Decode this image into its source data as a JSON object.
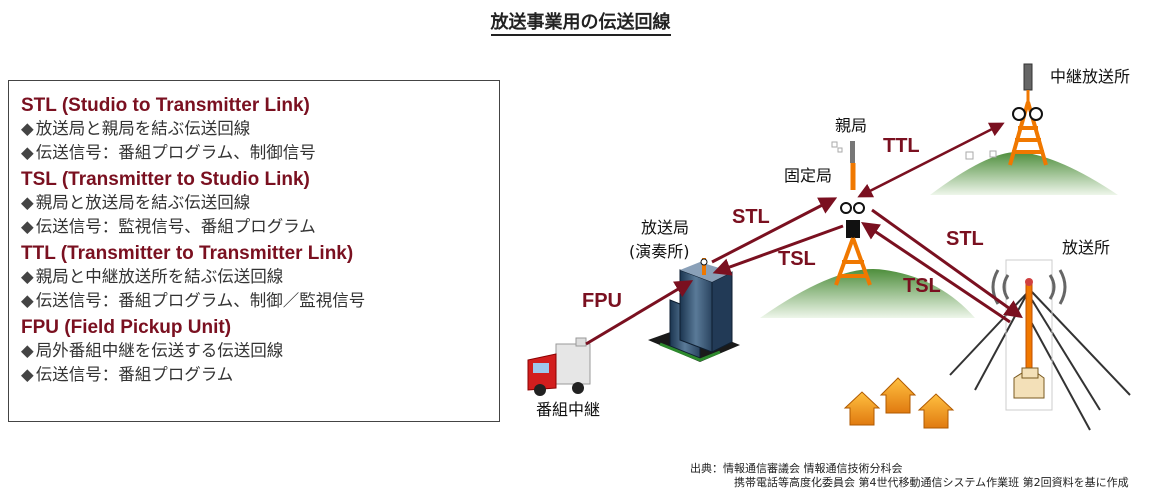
{
  "title": "放送事業用の伝送回線",
  "legend": [
    {
      "title": "STL (Studio to Transmitter Link)",
      "lines": [
        "放送局と親局を結ぶ伝送回線",
        "伝送信号：番組プログラム、制御信号"
      ]
    },
    {
      "title": "TSL (Transmitter to Studio Link)",
      "lines": [
        "親局と放送局を結ぶ伝送回線",
        "伝送信号：監視信号、番組プログラム"
      ]
    },
    {
      "title": "TTL (Transmitter to Transmitter Link)",
      "lines": [
        "親局と中継放送所を結ぶ伝送回線",
        "伝送信号：番組プログラム、制御／監視信号"
      ]
    },
    {
      "title": "FPU (Field Pickup Unit)",
      "lines": [
        "局外番組中継を伝送する伝送回線",
        "伝送信号：番組プログラム"
      ]
    }
  ],
  "bullet": "◆",
  "diagram": {
    "relay_station": "中継放送所",
    "parent_station": "親局",
    "fixed_station": "固定局",
    "broadcast_station_line1": "放送局",
    "broadcast_station_line2": "(演奏所)",
    "transmitting_station": "放送所",
    "remote_relay": "番組中継",
    "links": {
      "ttl": "TTL",
      "stl_top": "STL",
      "tsl_mid": "TSL",
      "stl_right": "STL",
      "tsl_right": "TSL",
      "fpu": "FPU"
    }
  },
  "source": {
    "line1": "出典：情報通信審議会 情報通信技術分科会",
    "line2": "携帯電話等高度化委員会 第4世代移動通信システム作業班 第2回資料を基に作成"
  },
  "colors": {
    "link": "#7a1020",
    "tower": "#f07800",
    "hill": "#5a9a48",
    "house": "#f5a020",
    "truck": "#d02020"
  }
}
